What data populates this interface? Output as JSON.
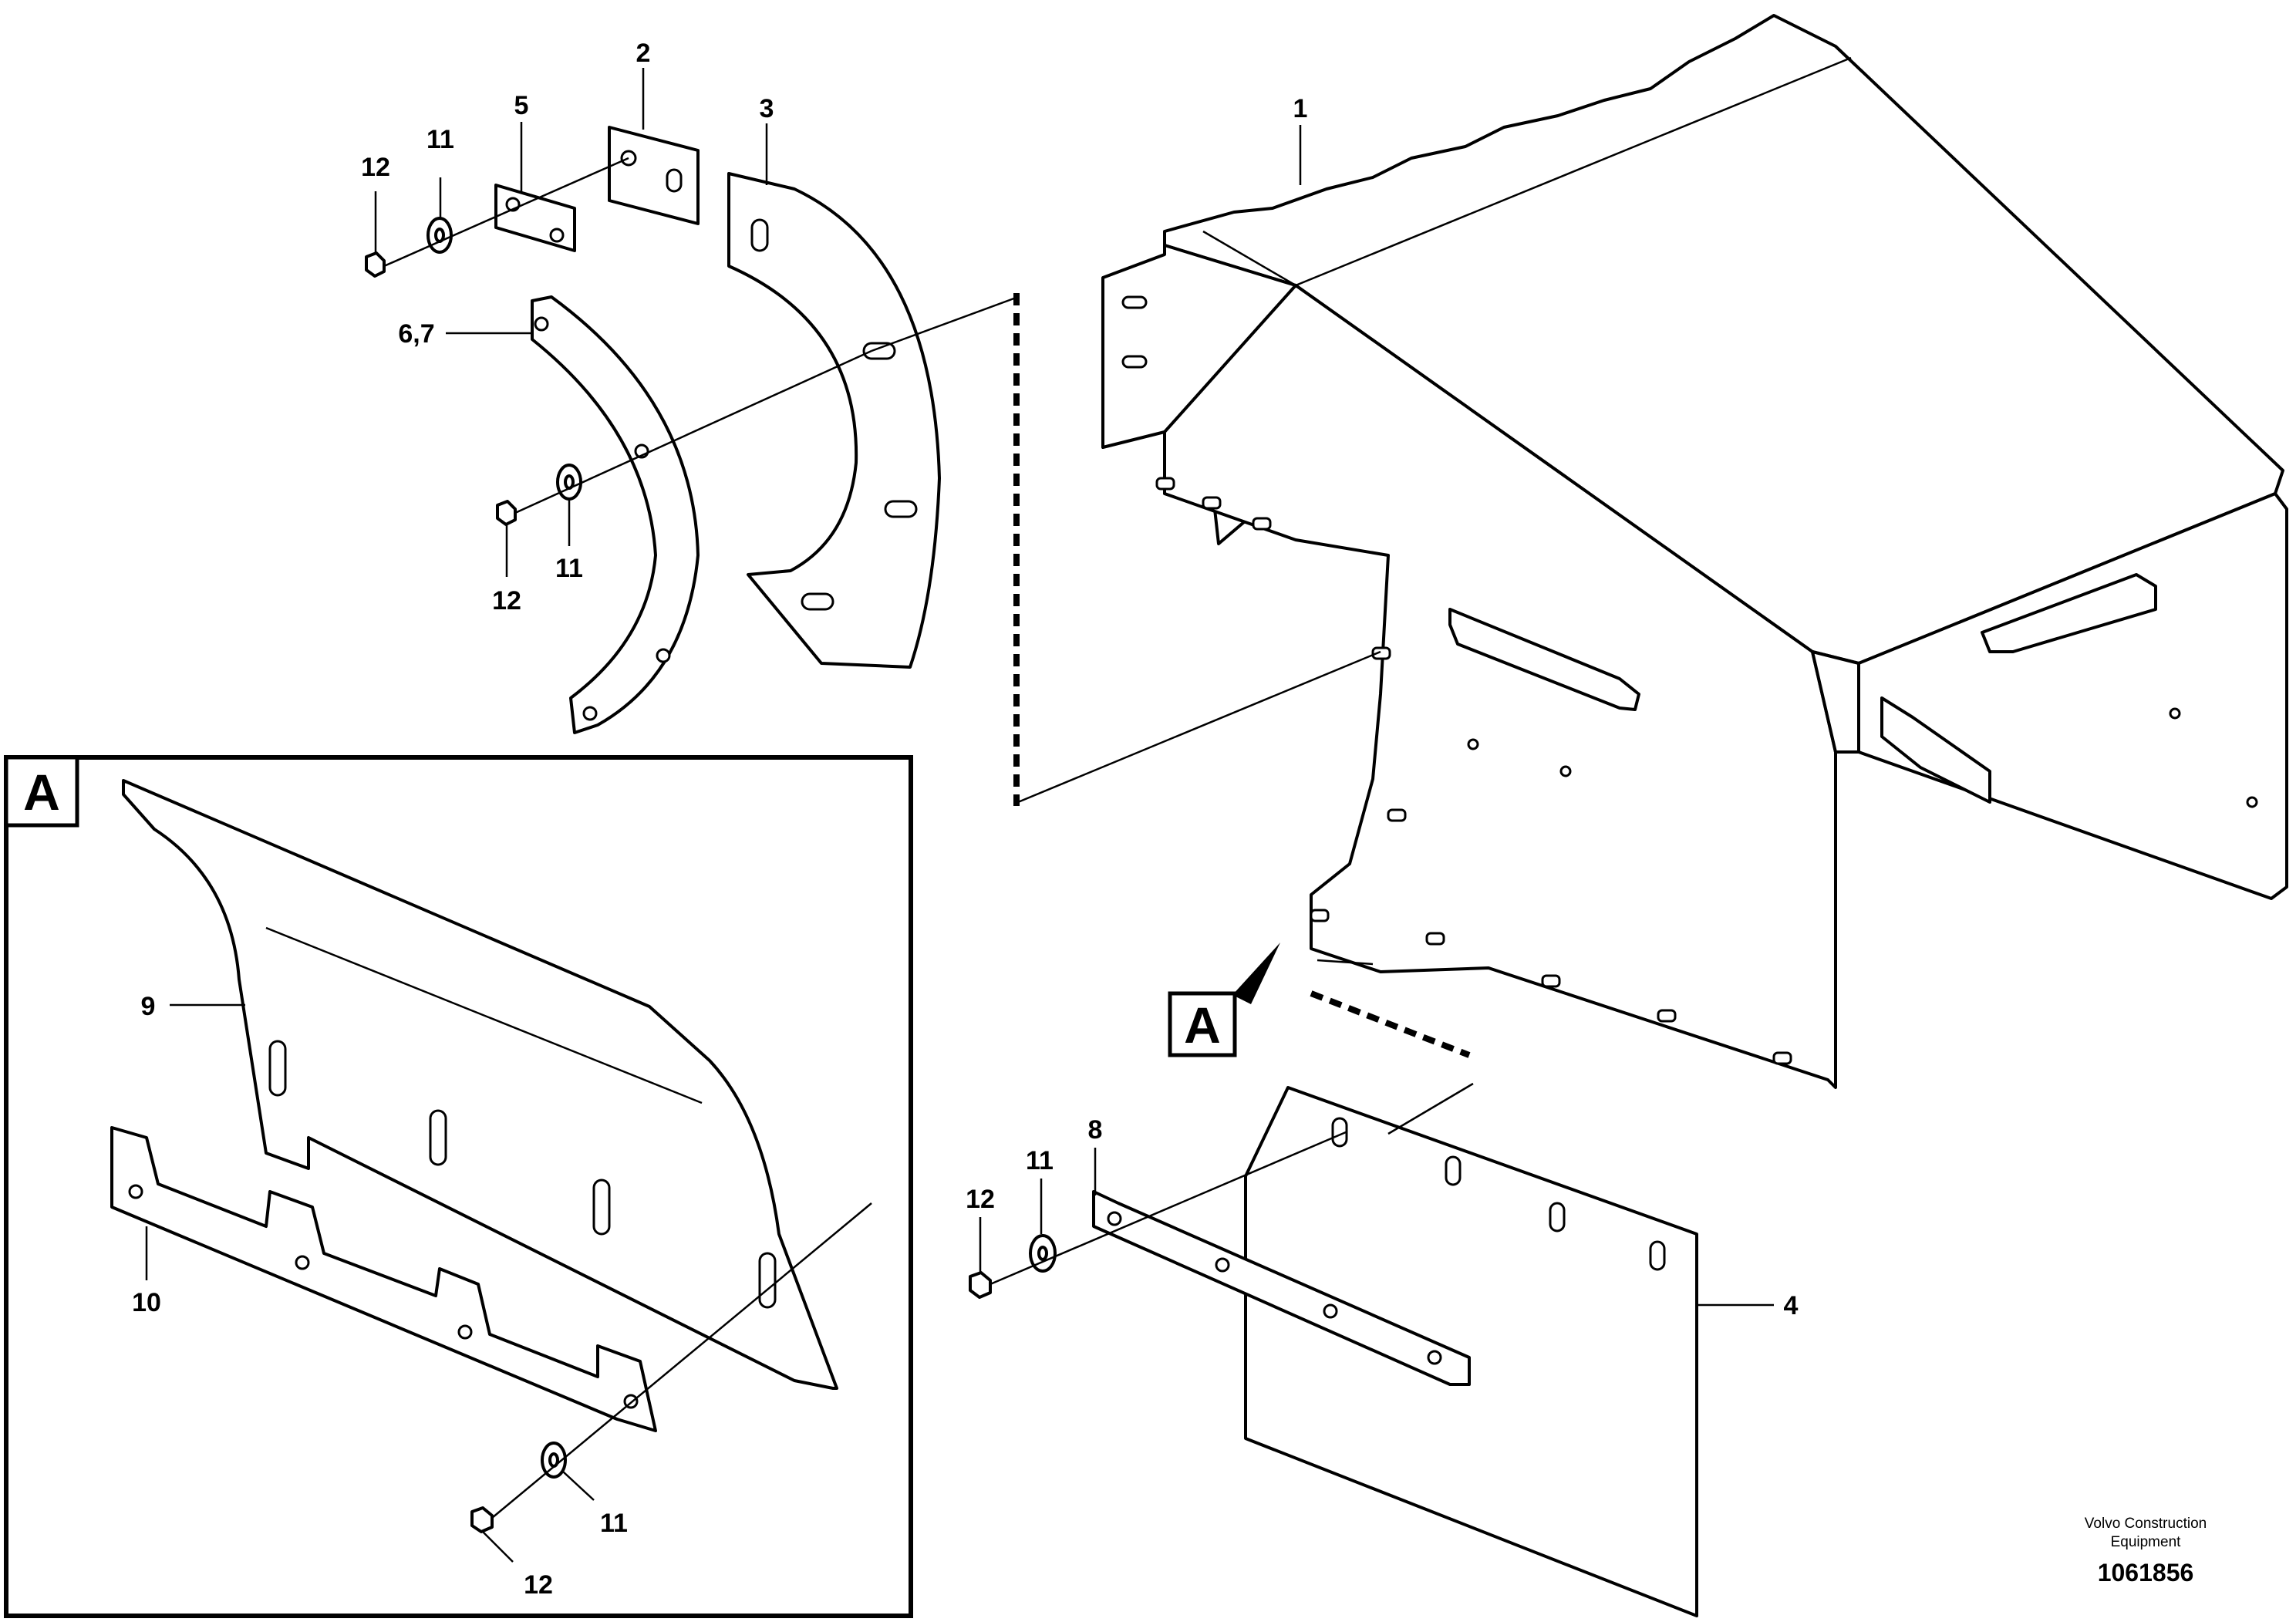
{
  "labels": {
    "p1": "1",
    "p2": "2",
    "p3": "3",
    "p4": "4",
    "p5": "5",
    "p67": "6,7",
    "p8": "8",
    "p9": "9",
    "p10": "10",
    "p11a": "11",
    "p11b": "11",
    "p11c": "11",
    "p11d": "11",
    "p12a": "12",
    "p12b": "12",
    "p12c": "12",
    "p12d": "12"
  },
  "detail_marker": "A",
  "detail_box_letter": "A",
  "footer": {
    "line1": "Volvo Construction",
    "line2": "Equipment",
    "number": "1061856"
  }
}
